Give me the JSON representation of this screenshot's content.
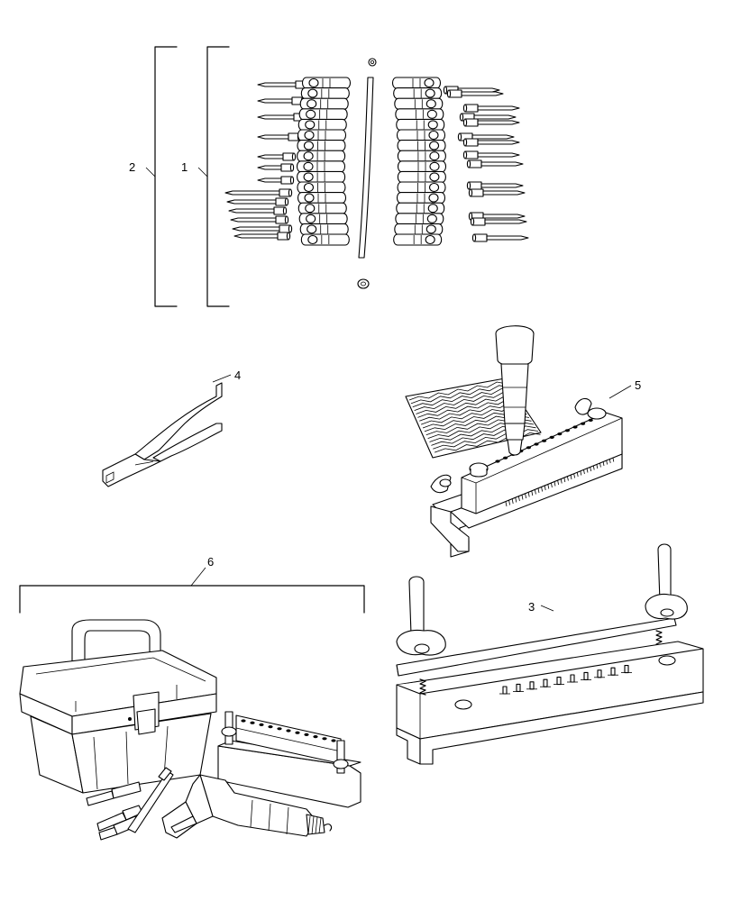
{
  "callouts": {
    "c1": "1",
    "c2": "2",
    "c3": "3",
    "c4": "4",
    "c5": "5",
    "c6": "6"
  },
  "parts": [
    {
      "id": "1",
      "name": "rivet-and-lace-kit"
    },
    {
      "id": "2",
      "name": "lacing-kit-assembly"
    },
    {
      "id": "3",
      "name": "lacing-comb-fixture"
    },
    {
      "id": "4",
      "name": "lacing-pliers"
    },
    {
      "id": "5",
      "name": "belt-lacer-tool"
    },
    {
      "id": "6",
      "name": "tool-kit-with-case"
    }
  ],
  "icons": [
    "rivet",
    "lace-clip-strip",
    "hinge-pin",
    "nut",
    "pliers",
    "hammer-punch",
    "toolbox",
    "air-hammer"
  ],
  "colors": {
    "line": "#000000",
    "background": "#ffffff"
  }
}
